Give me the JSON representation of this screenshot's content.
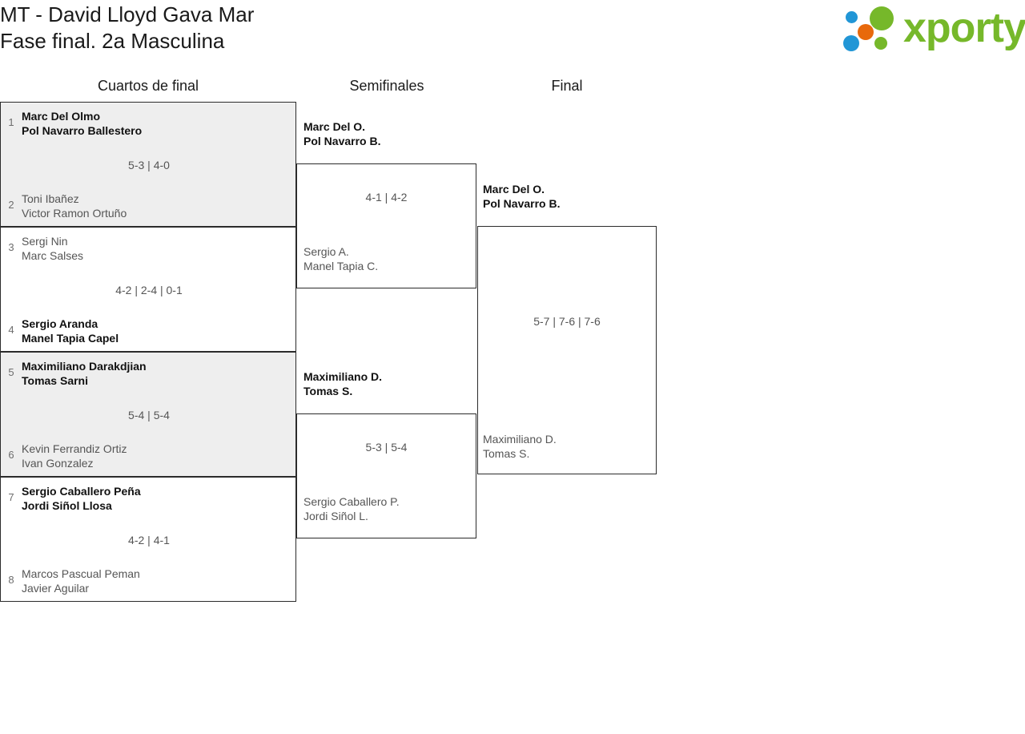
{
  "header": {
    "title_line1": "MT - David Lloyd Gava Mar",
    "title_line2": "Fase final. 2a Masculina",
    "logo_text": "xporty",
    "logo_colors": {
      "green": "#76b82a",
      "blue": "#2196d6",
      "orange": "#e8690b"
    }
  },
  "bracket": {
    "rounds": [
      {
        "label": "Cuartos de final"
      },
      {
        "label": "Semifinales"
      },
      {
        "label": "Final"
      }
    ],
    "quarterfinals": [
      {
        "seed_top": "1",
        "seed_bottom": "2",
        "top": {
          "p1": "Marc Del Olmo",
          "p2": "Pol Navarro Ballestero",
          "winner": true
        },
        "bottom": {
          "p1": "Toni Ibañez",
          "p2": "Victor Ramon Ortuño",
          "winner": false
        },
        "score": "5-3 | 4-0",
        "shaded": true
      },
      {
        "seed_top": "3",
        "seed_bottom": "4",
        "top": {
          "p1": "Sergi Nin",
          "p2": "Marc Salses",
          "winner": false
        },
        "bottom": {
          "p1": "Sergio Aranda",
          "p2": "Manel Tapia Capel",
          "winner": true
        },
        "score": "4-2 | 2-4 | 0-1",
        "shaded": false
      },
      {
        "seed_top": "5",
        "seed_bottom": "6",
        "top": {
          "p1": "Maximiliano Darakdjian",
          "p2": "Tomas Sarni",
          "winner": true
        },
        "bottom": {
          "p1": "Kevin Ferrandiz Ortiz",
          "p2": "Ivan Gonzalez",
          "winner": false
        },
        "score": "5-4 | 5-4",
        "shaded": true
      },
      {
        "seed_top": "7",
        "seed_bottom": "8",
        "top": {
          "p1": "Sergio Caballero Peña",
          "p2": "Jordi Siñol Llosa",
          "winner": true
        },
        "bottom": {
          "p1": "Marcos Pascual Peman",
          "p2": "Javier Aguilar",
          "winner": false
        },
        "score": "4-2 | 4-1",
        "shaded": false
      }
    ],
    "semifinals": [
      {
        "top": {
          "p1": "Marc Del O.",
          "p2": "Pol Navarro B.",
          "winner": true
        },
        "bottom": {
          "p1": "Sergio A.",
          "p2": "Manel Tapia C.",
          "winner": false
        },
        "score": "4-1 | 4-2"
      },
      {
        "top": {
          "p1": "Maximiliano D.",
          "p2": "Tomas S.",
          "winner": true
        },
        "bottom": {
          "p1": "Sergio Caballero P.",
          "p2": "Jordi Siñol L.",
          "winner": false
        },
        "score": "5-3 | 5-4"
      }
    ],
    "final": [
      {
        "top": {
          "p1": "Marc Del O.",
          "p2": "Pol Navarro B.",
          "winner": true
        },
        "bottom": {
          "p1": "Maximiliano D.",
          "p2": "Tomas S.",
          "winner": false
        },
        "score": "5-7 | 7-6 | 7-6"
      }
    ]
  }
}
